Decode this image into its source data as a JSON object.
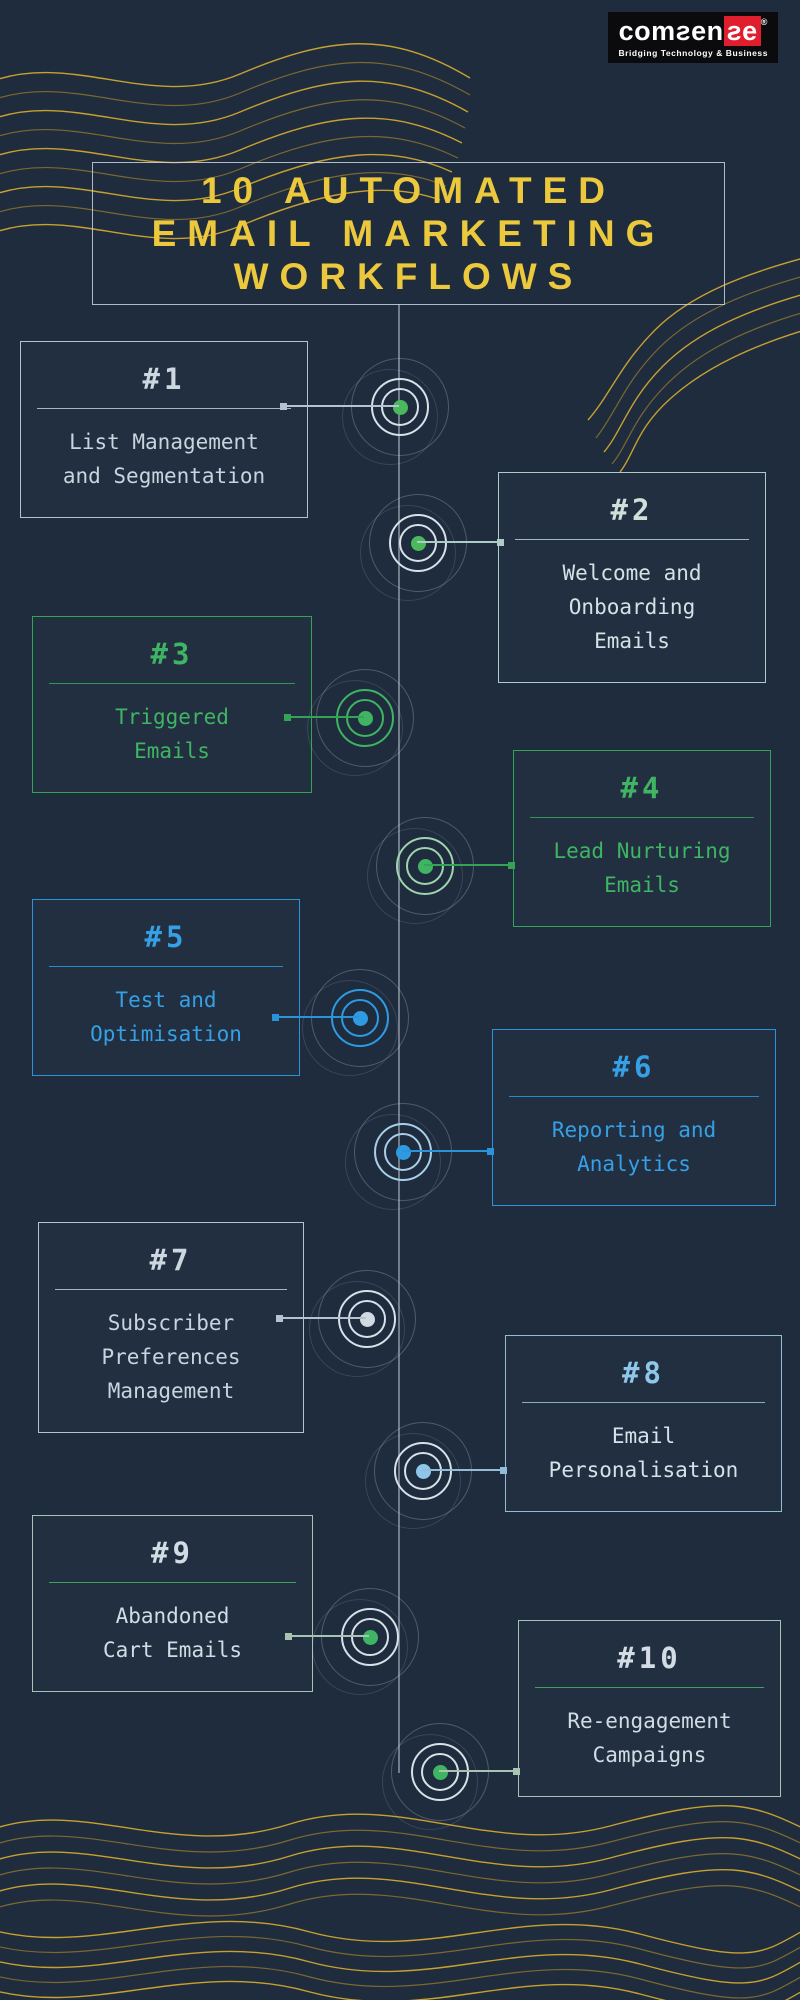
{
  "page": {
    "background": "#1f2c3e",
    "wave_color": "#d9ad2e"
  },
  "logo": {
    "brand_left": "comƨen",
    "brand_highlight": "ƨe",
    "registered": "®",
    "tagline": "Bridging Technology & Business",
    "background": "#0b0b0d",
    "highlight_background": "#e01e2d"
  },
  "title": {
    "lines": [
      "10 AUTOMATED",
      "EMAIL MARKETING",
      "WORKFLOWS"
    ],
    "color": "#ecc83d"
  },
  "items": [
    {
      "number": "#1",
      "label_lines": [
        "List Management",
        "and Segmentation"
      ],
      "colors": {
        "border": "#b6c3cf",
        "number": "#cdd7e0",
        "divider": "#b6c3cf",
        "text": "#c9d4de",
        "node": "#4cb85e",
        "ring": "#d8e0e8",
        "connector": "#b6c3cf"
      }
    },
    {
      "number": "#2",
      "label_lines": [
        "Welcome and",
        "Onboarding",
        "Emails"
      ],
      "colors": {
        "border": "#aecbc5",
        "number": "#cfe0da",
        "divider": "#aecbc5",
        "text": "#d4e2e6",
        "node": "#4cb85e",
        "ring": "#d8e0e8",
        "connector": "#aecbc5"
      }
    },
    {
      "number": "#3",
      "label_lines": [
        "Triggered",
        "Emails"
      ],
      "colors": {
        "border": "#35a356",
        "number": "#3fb463",
        "divider": "#35a356",
        "text": "#3fb463",
        "node": "#3fb463",
        "ring": "#3fb463",
        "connector": "#35a356"
      }
    },
    {
      "number": "#4",
      "label_lines": [
        "Lead Nurturing",
        "Emails"
      ],
      "colors": {
        "border": "#35a356",
        "number": "#3fb463",
        "divider": "#35a356",
        "text": "#3fb463",
        "node": "#3fb463",
        "ring": "#9fd4ae",
        "connector": "#35a356"
      }
    },
    {
      "number": "#5",
      "label_lines": [
        "Test and",
        "Optimisation"
      ],
      "colors": {
        "border": "#2b93d9",
        "number": "#36a0e6",
        "divider": "#2b93d9",
        "text": "#36a0e6",
        "node": "#2f9ae2",
        "ring": "#2f9ae2",
        "connector": "#2b93d9"
      }
    },
    {
      "number": "#6",
      "label_lines": [
        "Reporting and",
        "Analytics"
      ],
      "colors": {
        "border": "#2b93d9",
        "number": "#36a0e6",
        "divider": "#2b93d9",
        "text": "#36a0e6",
        "node": "#2f9ae2",
        "ring": "#a9cfe8",
        "connector": "#2b93d9"
      }
    },
    {
      "number": "#7",
      "label_lines": [
        "Subscriber",
        "Preferences",
        "Management"
      ],
      "colors": {
        "border": "#b6c3cf",
        "number": "#cdd7e0",
        "divider": "#b6c3cf",
        "text": "#c9d4de",
        "node": "#d0dae3",
        "ring": "#d8e0e8",
        "connector": "#b6c3cf"
      }
    },
    {
      "number": "#8",
      "label_lines": [
        "Email",
        "Personalisation"
      ],
      "colors": {
        "border": "#93bdd6",
        "number": "#8ec7ea",
        "divider": "#93bdd6",
        "text": "#d6e1ea",
        "node": "#8ec7ea",
        "ring": "#d8e0e8",
        "connector": "#93bdd6"
      }
    },
    {
      "number": "#9",
      "label_lines": [
        "Abandoned",
        "Cart Emails"
      ],
      "colors": {
        "border": "#a9c3b2",
        "number": "#d2dce4",
        "divider": "#3fae5e",
        "text": "#d2dce4",
        "node": "#3fb463",
        "ring": "#d8e0e8",
        "connector": "#a9c3b2"
      }
    },
    {
      "number": "#10",
      "label_lines": [
        "Re-engagement",
        "Campaigns"
      ],
      "colors": {
        "border": "#a9c3b2",
        "number": "#d2dce4",
        "divider": "#3fae5e",
        "text": "#d2dce4",
        "node": "#3fb463",
        "ring": "#d8e0e8",
        "connector": "#a9c3b2"
      }
    }
  ]
}
